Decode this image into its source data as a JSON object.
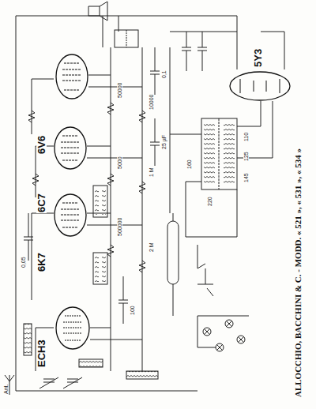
{
  "diagram": {
    "title": "ALLOCCHIO, BACCHINI & C. - MODD. « 521 », « 531 », « 534 »",
    "nodes": [
      {
        "text": [
          "6V6"
        ]
      },
      {
        "text": [
          "6C7"
        ]
      },
      {
        "text": [
          "6K7"
        ]
      },
      {
        "text": [
          "ECH3"
        ]
      },
      {
        "text": [
          "5Y3"
        ]
      }
    ],
    "labels": [
      "50000",
      "10000",
      "0,1",
      "5000",
      "25 µF",
      "0,05",
      "1 M",
      "500000",
      "2 M",
      "100",
      "110",
      "125",
      "145",
      "160",
      "220",
      "Ant."
    ]
  }
}
